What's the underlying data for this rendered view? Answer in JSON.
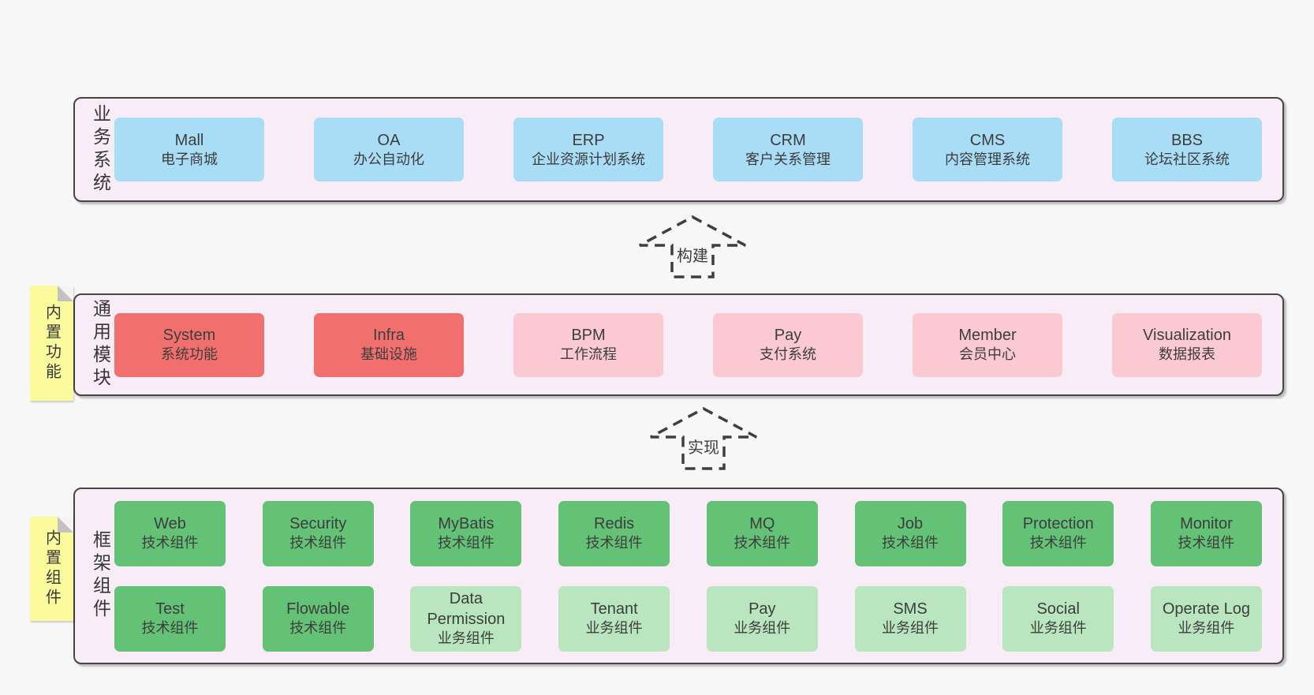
{
  "colors": {
    "page_bg": "#f7f7f7",
    "panel_bg": "#f8edf6",
    "panel_border": "#454545",
    "blue": "#a9dcf5",
    "red": "#f1706e",
    "pink": "#fac9d2",
    "green": "#64c276",
    "green_light": "#b9e6bf",
    "sticky_yellow": "#fbfa9d",
    "text": "#3d3d3d"
  },
  "sections": [
    {
      "label": "业务系统",
      "sticky": null,
      "rows": [
        [
          {
            "title": "Mall",
            "subtitle": "电子商城",
            "color": "blue"
          },
          {
            "title": "OA",
            "subtitle": "办公自动化",
            "color": "blue"
          },
          {
            "title": "ERP",
            "subtitle": "企业资源计划系统",
            "color": "blue"
          },
          {
            "title": "CRM",
            "subtitle": "客户关系管理",
            "color": "blue"
          },
          {
            "title": "CMS",
            "subtitle": "内容管理系统",
            "color": "blue"
          },
          {
            "title": "BBS",
            "subtitle": "论坛社区系统",
            "color": "blue"
          }
        ]
      ]
    },
    {
      "label": "通用模块",
      "sticky": "内置功能",
      "rows": [
        [
          {
            "title": "System",
            "subtitle": "系统功能",
            "color": "red"
          },
          {
            "title": "Infra",
            "subtitle": "基础设施",
            "color": "red"
          },
          {
            "title": "BPM",
            "subtitle": "工作流程",
            "color": "pink"
          },
          {
            "title": "Pay",
            "subtitle": "支付系统",
            "color": "pink"
          },
          {
            "title": "Member",
            "subtitle": "会员中心",
            "color": "pink"
          },
          {
            "title": "Visualization",
            "subtitle": "数据报表",
            "color": "pink"
          }
        ]
      ]
    },
    {
      "label": "框架组件",
      "sticky": "内置组件",
      "rows": [
        [
          {
            "title": "Web",
            "subtitle": "技术组件",
            "color": "green"
          },
          {
            "title": "Security",
            "subtitle": "技术组件",
            "color": "green"
          },
          {
            "title": "MyBatis",
            "subtitle": "技术组件",
            "color": "green"
          },
          {
            "title": "Redis",
            "subtitle": "技术组件",
            "color": "green"
          },
          {
            "title": "MQ",
            "subtitle": "技术组件",
            "color": "green"
          },
          {
            "title": "Job",
            "subtitle": "技术组件",
            "color": "green"
          },
          {
            "title": "Protection",
            "subtitle": "技术组件",
            "color": "green"
          },
          {
            "title": "Monitor",
            "subtitle": "技术组件",
            "color": "green"
          }
        ],
        [
          {
            "title": "Test",
            "subtitle": "技术组件",
            "color": "green"
          },
          {
            "title": "Flowable",
            "subtitle": "技术组件",
            "color": "green"
          },
          {
            "title": "Data Permission",
            "subtitle": "业务组件",
            "color": "green-light"
          },
          {
            "title": "Tenant",
            "subtitle": "业务组件",
            "color": "green-light"
          },
          {
            "title": "Pay",
            "subtitle": "业务组件",
            "color": "green-light"
          },
          {
            "title": "SMS",
            "subtitle": "业务组件",
            "color": "green-light"
          },
          {
            "title": "Social",
            "subtitle": "业务组件",
            "color": "green-light"
          },
          {
            "title": "Operate Log",
            "subtitle": "业务组件",
            "color": "green-light"
          }
        ]
      ]
    }
  ],
  "arrows": [
    {
      "label": "构建"
    },
    {
      "label": "实现"
    }
  ]
}
